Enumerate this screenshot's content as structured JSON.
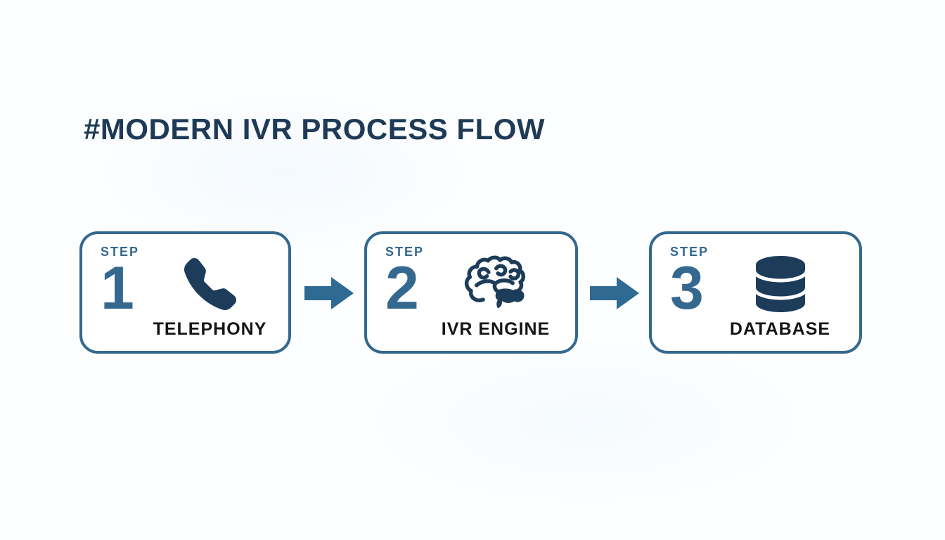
{
  "title": "#MODERN IVR PROCESS FLOW",
  "colors": {
    "background": "#fdfeff",
    "title_navy": "#1e3a57",
    "accent_blue": "#35688f",
    "arrow_blue": "#2e6a92",
    "icon_navy": "#1d3c59",
    "label_black": "#151515",
    "box_border": "#35688f"
  },
  "steps": [
    {
      "step_label": "STEP",
      "number": "1",
      "icon": "phone-handset-icon",
      "label": "TELEPHONY"
    },
    {
      "step_label": "STEP",
      "number": "2",
      "icon": "brain-icon",
      "label": "IVR ENGINE"
    },
    {
      "step_label": "STEP",
      "number": "3",
      "icon": "database-icon",
      "label": "DATABASE"
    }
  ],
  "connectors": [
    {
      "icon": "arrow-right-icon"
    },
    {
      "icon": "arrow-right-icon"
    }
  ]
}
